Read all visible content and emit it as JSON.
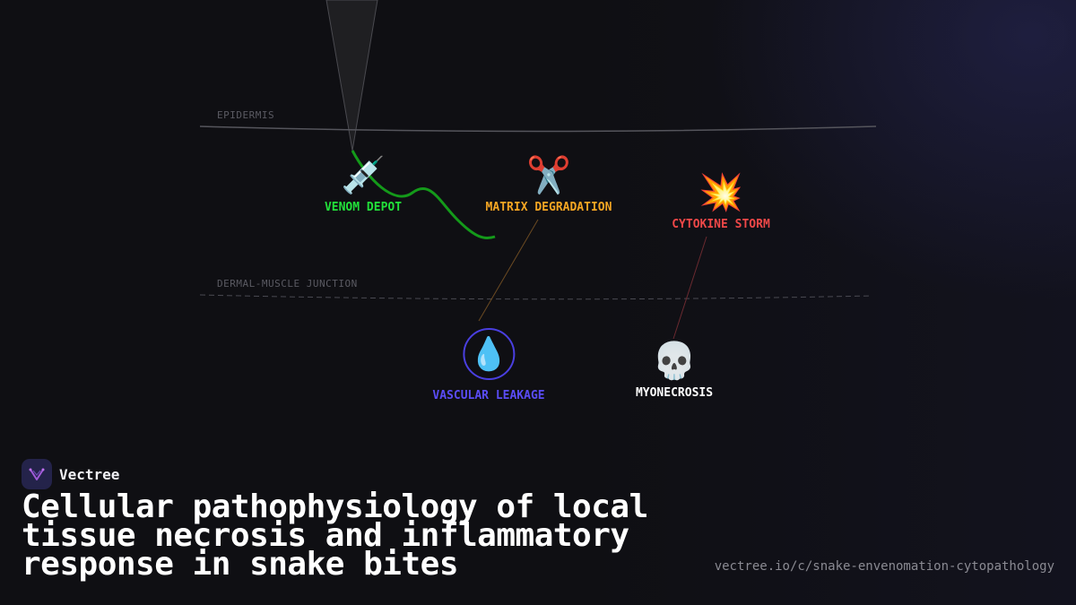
{
  "layers": {
    "epidermis": "EPIDERMIS",
    "junction": "DERMAL-MUSCLE JUNCTION"
  },
  "nodes": {
    "venom_depot": {
      "icon": "💉",
      "label": "VENOM DEPOT",
      "color": "#22e03a"
    },
    "matrix_degradation": {
      "icon": "✂️",
      "label": "MATRIX DEGRADATION",
      "color": "#f5a623"
    },
    "cytokine_storm": {
      "icon": "💥",
      "label": "CYTOKINE STORM",
      "color": "#f04848"
    },
    "vascular_leakage": {
      "icon": "💧",
      "label": "VASCULAR LEAKAGE",
      "color": "#5a4cf5"
    },
    "myonecrosis": {
      "icon": "💀",
      "label": "MYONECROSIS",
      "color": "#ffffff"
    }
  },
  "brand": {
    "name": "Vectree"
  },
  "title": "Cellular pathophysiology of local tissue necrosis and inflammatory response in snake bites",
  "url": "vectree.io/c/snake-envenomation-cytopathology"
}
